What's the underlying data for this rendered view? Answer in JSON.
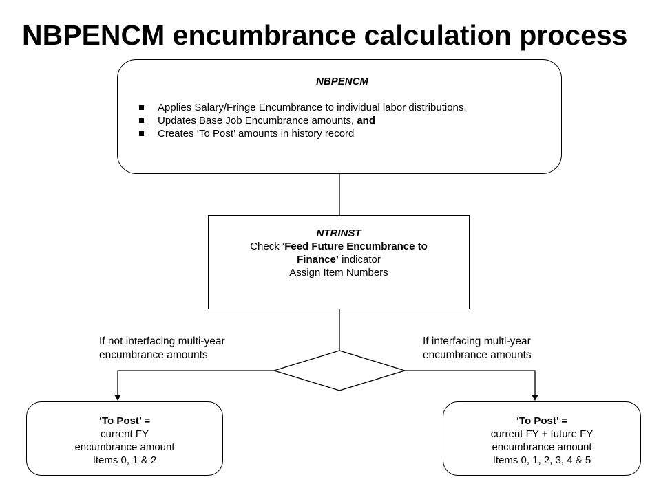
{
  "title": "NBPENCM encumbrance calculation process",
  "top_box": {
    "header": "NBPENCM",
    "bullets": [
      "Applies Salary/Fringe Encumbrance to individual labor distributions,",
      "Updates Base Job Encumbrance amounts,",
      "Creates ‘To Post’ amounts in history record"
    ],
    "bullet2_suffix": "and"
  },
  "middle_box": {
    "header": "NTRINST",
    "line1_prefix": "Check ‘",
    "line1_bold": "Feed Future Encumbrance to",
    "line2_bold": "Finance’",
    "line2_rest": " indicator",
    "line3": "Assign Item Numbers"
  },
  "branch_labels": {
    "left_line1": "If not interfacing multi-year",
    "left_line2": "encumbrance amounts",
    "right_line1": "If interfacing multi-year",
    "right_line2": "encumbrance amounts"
  },
  "bottom_left_box": {
    "header": "‘To Post’ =",
    "line1": "current FY",
    "line2": "encumbrance amount",
    "line3": "Items 0, 1 & 2"
  },
  "bottom_right_box": {
    "header": "‘To Post’ =",
    "line1": "current FY + future FY",
    "line2": "encumbrance amount",
    "line3": "Items 0, 1, 2, 3, 4 & 5"
  }
}
